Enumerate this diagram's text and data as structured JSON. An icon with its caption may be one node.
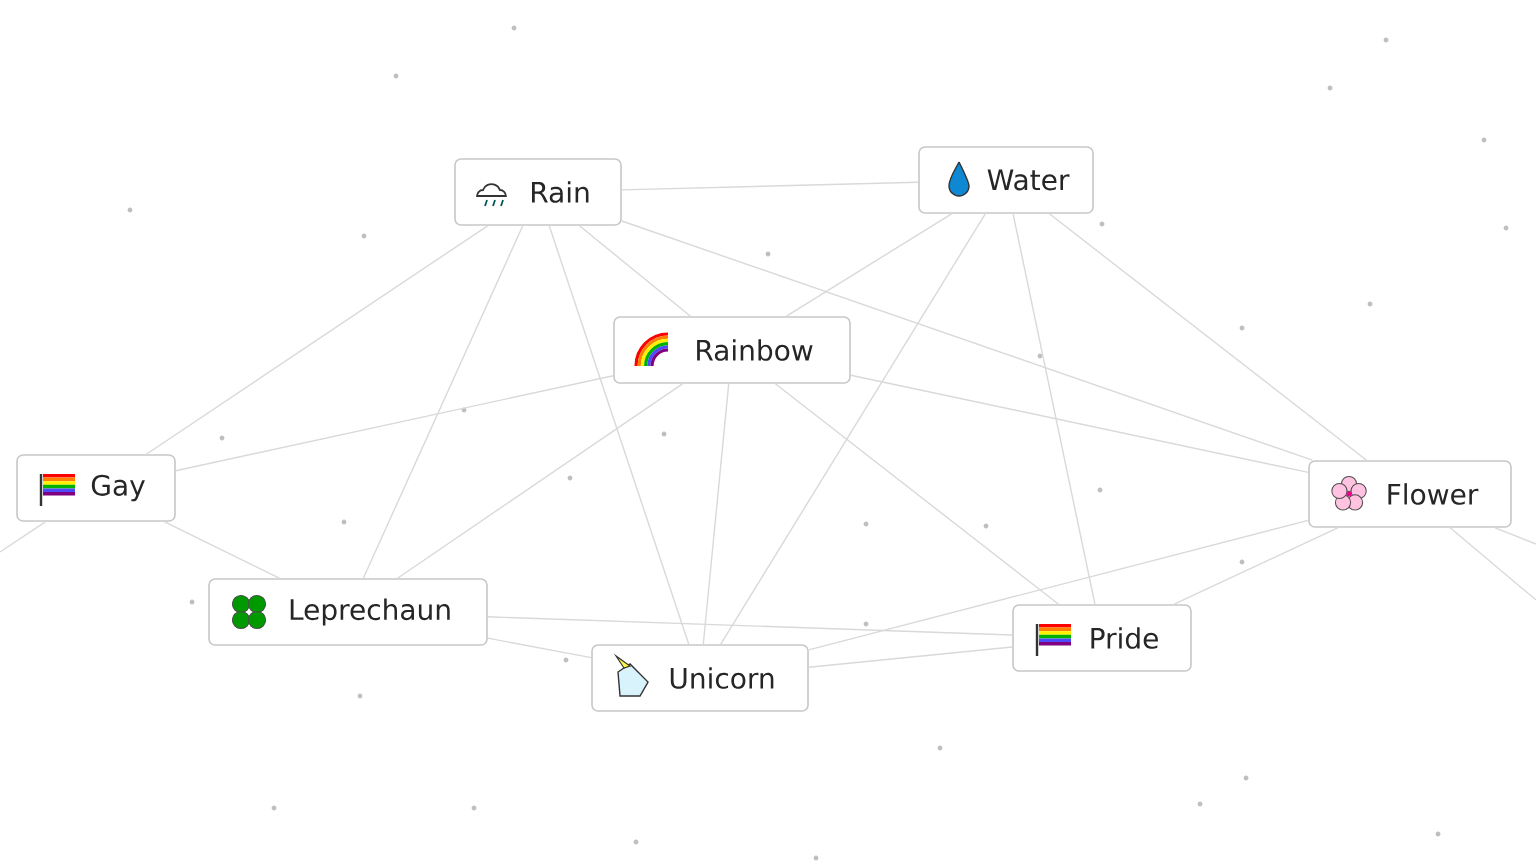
{
  "diagram": {
    "nodes": [
      {
        "text": [
          "Rain"
        ]
      },
      {
        "text": [
          "Water"
        ]
      },
      {
        "text": [
          "Rainbow"
        ]
      },
      {
        "text": [
          "Gay"
        ]
      },
      {
        "text": [
          "Flower"
        ]
      },
      {
        "text": [
          "Leprechaun"
        ]
      },
      {
        "text": [
          "Pride"
        ]
      },
      {
        "text": [
          "Unicorn"
        ]
      }
    ],
    "edges": [
      {
        "from": 0,
        "to": 1,
        "arrow": "none"
      },
      {
        "from": 0,
        "to": 2,
        "arrow": "none"
      },
      {
        "from": 0,
        "to": 3,
        "arrow": "none"
      },
      {
        "from": 0,
        "to": 5,
        "arrow": "none"
      },
      {
        "from": 0,
        "to": 7,
        "arrow": "none"
      },
      {
        "from": 0,
        "to": 4,
        "arrow": "none"
      },
      {
        "from": 1,
        "to": 2,
        "arrow": "none"
      },
      {
        "from": 1,
        "to": 7,
        "arrow": "none"
      },
      {
        "from": 1,
        "to": 6,
        "arrow": "none"
      },
      {
        "from": 1,
        "to": 4,
        "arrow": "none"
      },
      {
        "from": 2,
        "to": 3,
        "arrow": "none"
      },
      {
        "from": 2,
        "to": 5,
        "arrow": "none"
      },
      {
        "from": 2,
        "to": 7,
        "arrow": "none"
      },
      {
        "from": 2,
        "to": 6,
        "arrow": "none"
      },
      {
        "from": 2,
        "to": 4,
        "arrow": "none"
      },
      {
        "from": 3,
        "to": 5,
        "arrow": "none"
      },
      {
        "from": 5,
        "to": 7,
        "arrow": "none"
      },
      {
        "from": 5,
        "to": 6,
        "arrow": "none"
      },
      {
        "from": 7,
        "to": 6,
        "arrow": "none"
      },
      {
        "from": 7,
        "to": 4,
        "arrow": "none"
      },
      {
        "from": 6,
        "to": 4,
        "arrow": "none"
      },
      {
        "from": 3,
        "to": null,
        "arrow": "none"
      },
      {
        "from": 4,
        "to": null,
        "arrow": "none"
      },
      {
        "from": 4,
        "to": null,
        "arrow": "none"
      }
    ]
  }
}
